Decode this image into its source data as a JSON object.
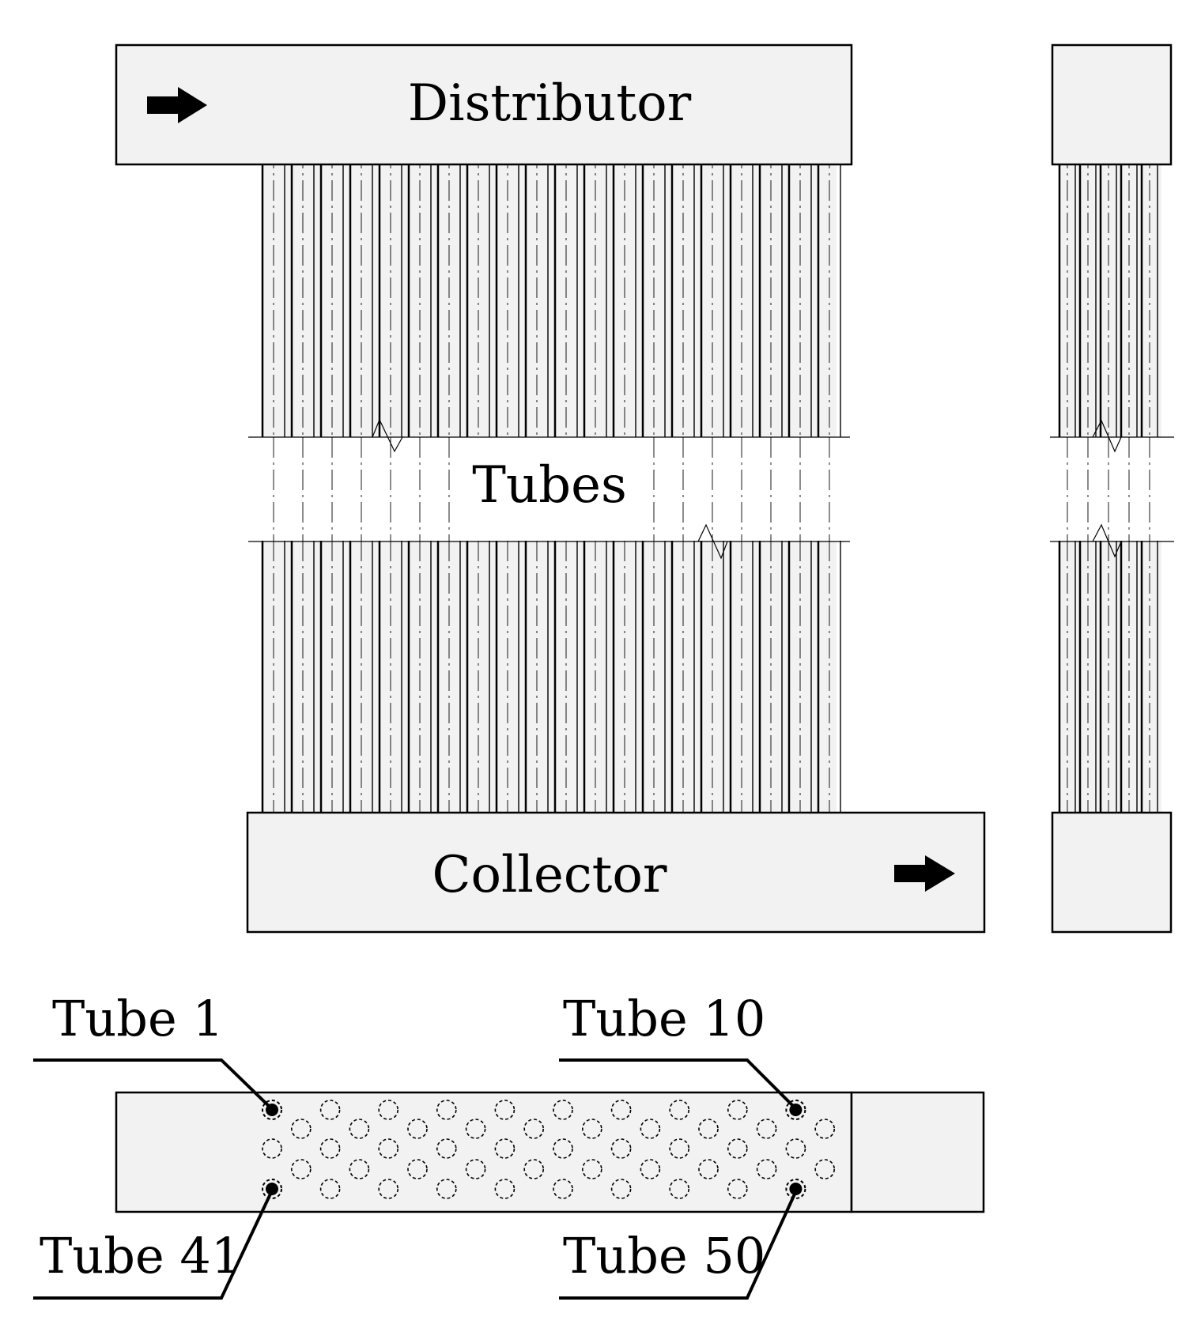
{
  "labels": {
    "distributor": "Distributor",
    "tubes": "Tubes",
    "collector": "Collector",
    "tube_1": "Tube 1",
    "tube_10": "Tube 10",
    "tube_41": "Tube 41",
    "tube_50": "Tube 50"
  },
  "colors": {
    "fill": "#f2f2f2",
    "stroke": "#000000"
  },
  "icons": {
    "inlet_arrow": "right-arrow-icon",
    "outlet_arrow": "right-arrow-icon"
  }
}
